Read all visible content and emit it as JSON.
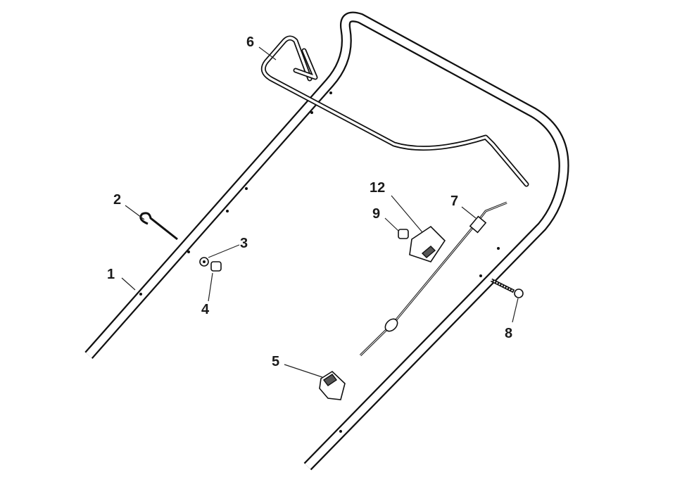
{
  "diagram": {
    "title": "Handle assembly exploded parts diagram",
    "callouts": [
      "1",
      "2",
      "3",
      "4",
      "5",
      "6",
      "7",
      "8",
      "9",
      "12"
    ]
  }
}
